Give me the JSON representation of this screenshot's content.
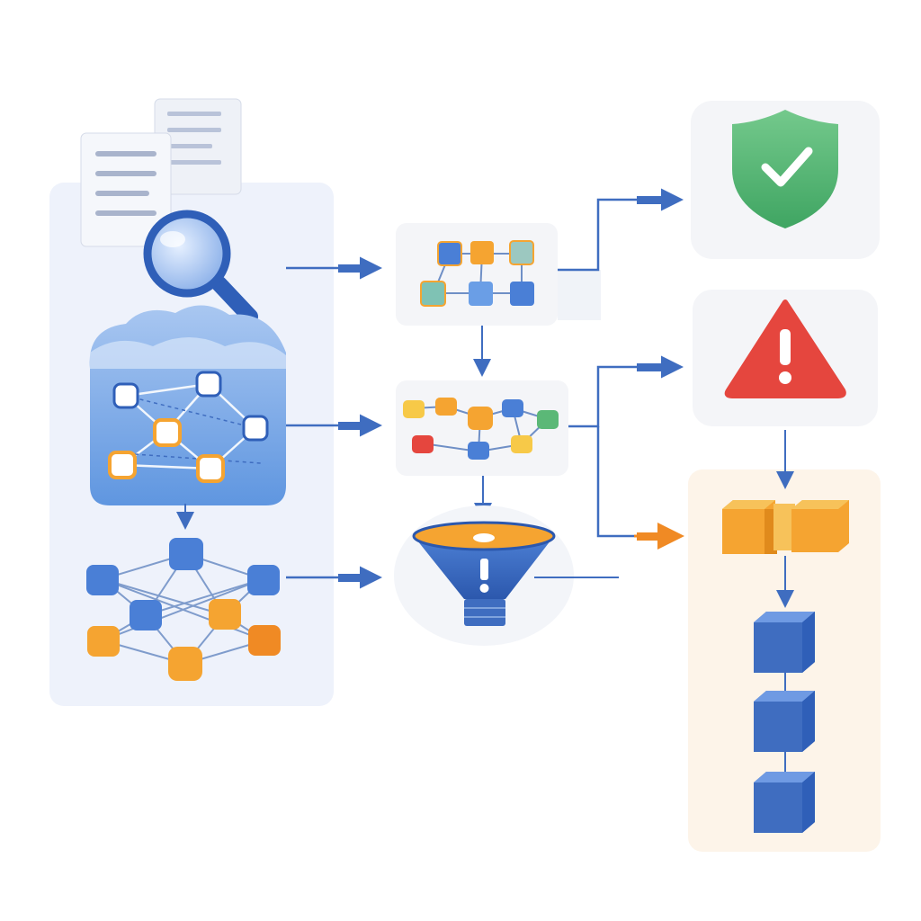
{
  "colors": {
    "background": "#ffffff",
    "panel_left": "#eef2fb",
    "panel_right": "#fdf4e9",
    "card": "#f4f5f8",
    "blue": "#4a7fd6",
    "blue_dark": "#2f5fb8",
    "orange": "#f5a431",
    "green": "#5bb877",
    "red": "#e5463e",
    "yellow": "#f7c948",
    "connector": "#3f6dc0",
    "arrow_orange": "#f08a24"
  },
  "icons": {
    "source_documents": "document-stack-icon",
    "search": "magnifier-icon",
    "knowledge_graph": "graph-cloud-icon",
    "network": "node-network-icon",
    "workflow_card_1": "flowchart-icon",
    "workflow_card_2": "flowchart-icon",
    "filter": "funnel-alert-icon",
    "verified": "shield-check-icon",
    "warning": "warning-triangle-icon",
    "merge": "merged-blocks-icon",
    "chain": "cube-chain-icon"
  },
  "outcomes": [
    "verified",
    "warning",
    "escalation"
  ]
}
